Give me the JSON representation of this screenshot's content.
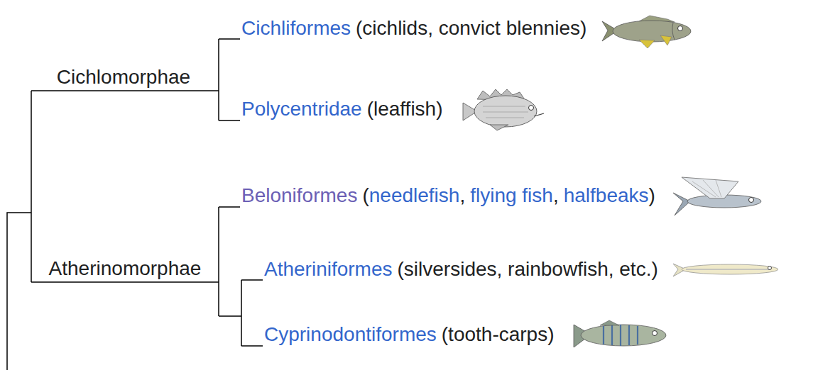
{
  "diagram": {
    "labels": [
      "Cichliformes",
      "(cichlids, convict blennies)",
      "Cichlomorphae",
      "Polycentridae",
      "(leaffish)",
      "Beloniformes",
      "(",
      "needlefish",
      ",",
      "flying fish",
      ",",
      "halfbeaks",
      ")",
      "Atherinomorphae",
      "Atheriniformes",
      "(silversides, rainbowfish, etc.)",
      "Cyprinodontiformes",
      "(tooth-carps)"
    ]
  }
}
